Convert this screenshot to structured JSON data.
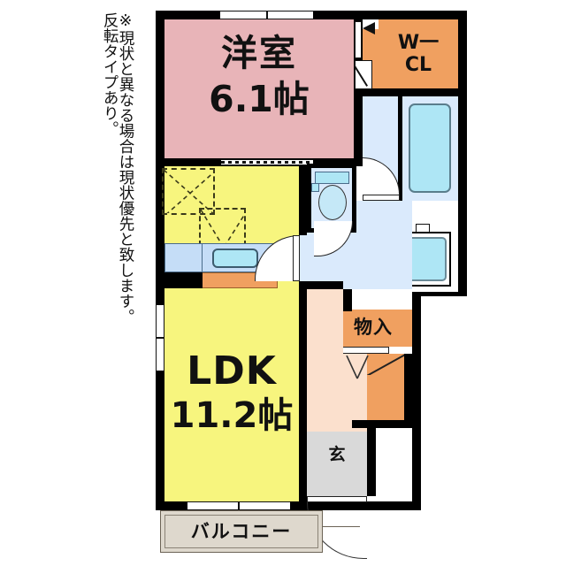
{
  "plan": {
    "note_text": "※現状と異なる場合は現状優先と致します。\n反転タイプあり。",
    "rooms": [
      {
        "key": "bedroom",
        "label_line1": "洋室",
        "label_line2": "6.1帖",
        "color": "#e8b4b8"
      },
      {
        "key": "ldk",
        "label_line1": "LDK",
        "label_line2": "11.2帖",
        "color": "#f7f57e"
      },
      {
        "key": "walk_in_closet",
        "label_line1": "W一",
        "label_line2": "CL",
        "color": "#f0a060"
      },
      {
        "key": "storage",
        "label_line1": "物入",
        "label_line2": "",
        "color": "#f0a060"
      },
      {
        "key": "entrance",
        "label_line1": "玄",
        "label_line2": "",
        "color": "#d9d9d9"
      },
      {
        "key": "balcony",
        "label_line1": "バルコニー",
        "label_line2": "",
        "color": "#ded8cd"
      },
      {
        "key": "bath",
        "label_line1": "",
        "label_line2": "",
        "color": "#daeafc"
      },
      {
        "key": "washroom",
        "label_line1": "",
        "label_line2": "",
        "color": "#daeafc"
      },
      {
        "key": "toilet",
        "label_line1": "",
        "label_line2": "",
        "color": "#daeafc"
      },
      {
        "key": "hall",
        "label_line1": "",
        "label_line2": "",
        "color": "#fbe0cd"
      }
    ],
    "colors": {
      "wall": "#000000",
      "bedroom": "#e8b4b8",
      "ldk": "#f7f57e",
      "closet_orange": "#f0a060",
      "water_area": "#daeafc",
      "fixture_cyan": "#aee6f5",
      "kitchen_counter": "#c5ddf7",
      "hall_peach": "#fbe0cd",
      "entrance_gray": "#d9d9d9",
      "balcony_tan": "#ded8cd"
    },
    "fixtures": [
      {
        "name": "bathtub"
      },
      {
        "name": "toilet"
      },
      {
        "name": "vanity-sink"
      },
      {
        "name": "washing-machine-pan"
      },
      {
        "name": "kitchen-sink"
      },
      {
        "name": "kitchen-stove"
      },
      {
        "name": "overhead-cabinet"
      },
      {
        "name": "range-hood"
      }
    ]
  }
}
